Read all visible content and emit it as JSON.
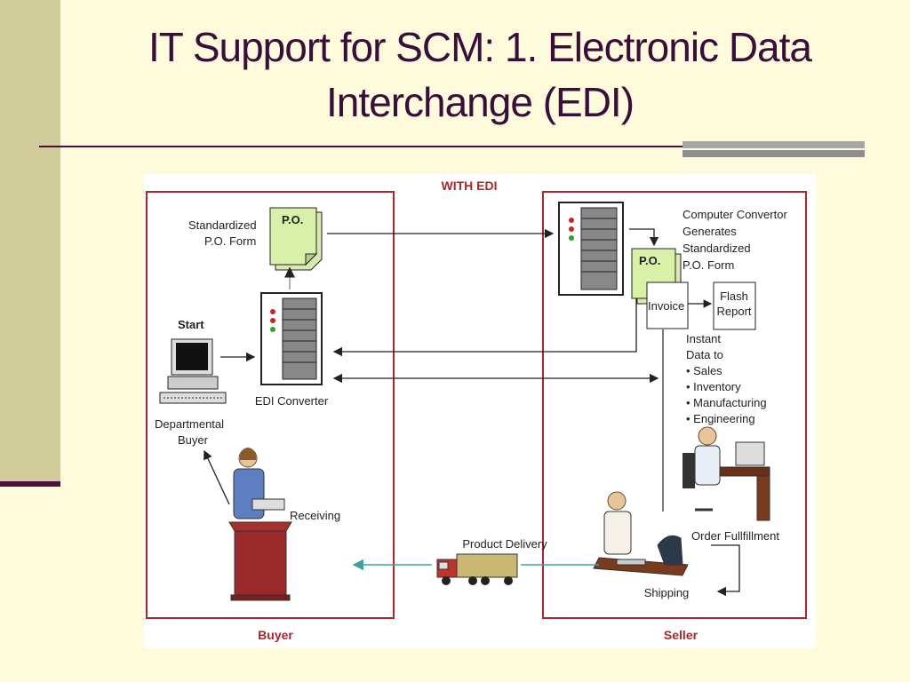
{
  "slide": {
    "title_line1": "IT Support for SCM: 1. Electronic Data",
    "title_line2": "Interchange (EDI)"
  },
  "diagram": {
    "header": "WITH EDI",
    "buyer_label": "Buyer",
    "seller_label": "Seller",
    "start_label": "Start",
    "departmental_buyer": [
      "Departmental",
      "Buyer"
    ],
    "standardized_po_form": [
      "Standardized",
      "P.O. Form"
    ],
    "po_doc_label": "P.O.",
    "po_doc_label_seller": "P.O.",
    "edi_converter": "EDI Converter",
    "receiving": "Receiving",
    "computer_convertor": [
      "Computer Convertor",
      "Generates",
      "Standardized",
      "P.O. Form"
    ],
    "invoice": "Invoice",
    "flash_report": [
      "Flash",
      "Report"
    ],
    "instant_data": [
      "Instant",
      "Data to"
    ],
    "instant_data_items": [
      "• Sales",
      "• Inventory",
      "• Manufacturing",
      "• Engineering"
    ],
    "order_fulfillment": "Order Fullfillment",
    "shipping": "Shipping",
    "product_delivery": "Product Delivery"
  },
  "colors": {
    "title": "#3a0d3a",
    "background": "#fdfbdc",
    "accent_band": "#cfcc99",
    "panel_border": "#b0252a",
    "delivery_arrow": "#3aa3a3"
  }
}
